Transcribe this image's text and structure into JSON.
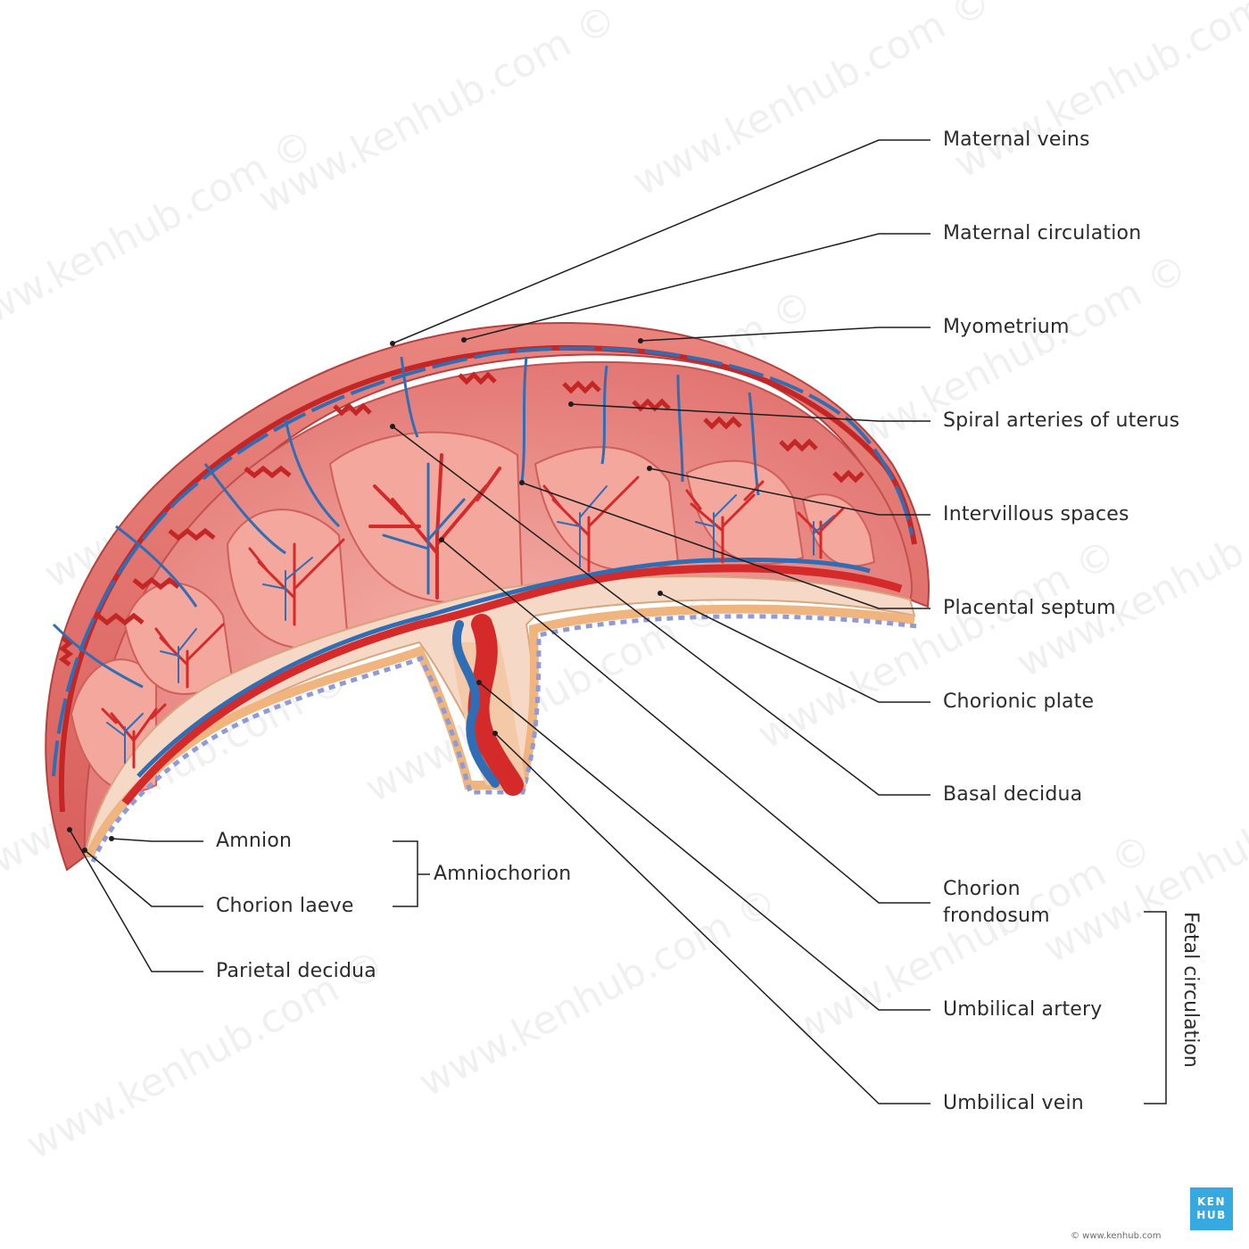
{
  "labels": {
    "maternal_veins": "Maternal veins",
    "maternal_circulation": "Maternal circulation",
    "myometrium": "Myometrium",
    "spiral_arteries": "Spiral arteries of uterus",
    "intervillous_spaces": "Intervillous spaces",
    "placental_septum": "Placental septum",
    "chorionic_plate": "Chorionic plate",
    "basal_decidua": "Basal decidua",
    "chorion_frondosum": "Chorion frondosum",
    "umbilical_artery": "Umbilical artery",
    "umbilical_vein": "Umbilical vein",
    "amnion": "Amnion",
    "chorion_laeve": "Chorion laeve",
    "amniochorion": "Amniochorion",
    "parietal_decidua": "Parietal decidua",
    "fetal_circulation": "Fetal circulation"
  },
  "branding": {
    "logo_line1": "KEN",
    "logo_line2": "HUB",
    "credit": "© www.kenhub.com",
    "watermark": "www.kenhub.com ©"
  },
  "colors": {
    "artery": "#d42a2a",
    "vein": "#2f6db5",
    "tissue": "#e8787a",
    "membrane": "#f2c9a0",
    "brand": "#36a9e0"
  }
}
